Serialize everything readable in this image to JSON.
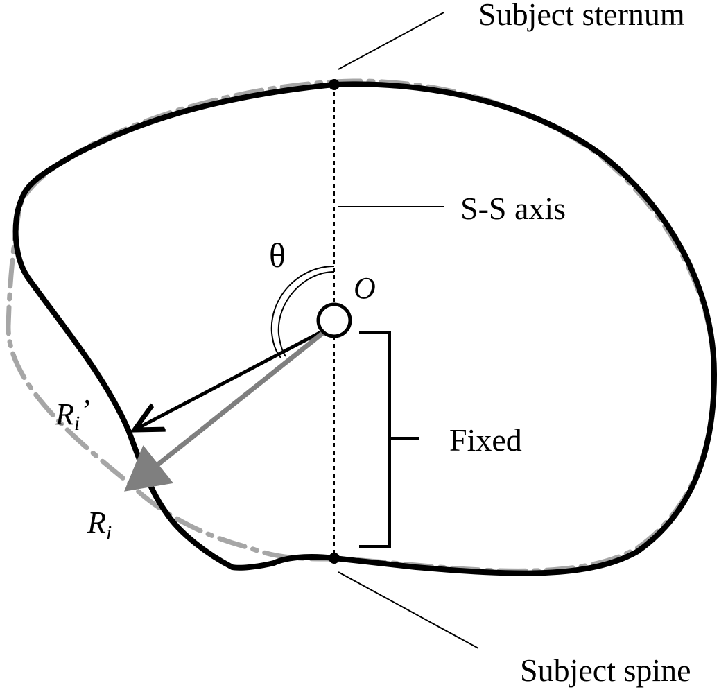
{
  "labels": {
    "sternum": "Subject sternum",
    "axis": "S-S axis",
    "theta": "θ",
    "origin": "O",
    "fixed": "Fixed",
    "spine": "Subject spine",
    "r_prime_main": "R",
    "r_prime_sub": "i",
    "r_prime_mark": "’",
    "r_main": "R",
    "r_sub": "i"
  },
  "colors": {
    "subject_outline": "#000000",
    "reference_outline": "#a6a6a6",
    "vector_r_prime": "#000000",
    "vector_r": "#7f7f7f"
  }
}
